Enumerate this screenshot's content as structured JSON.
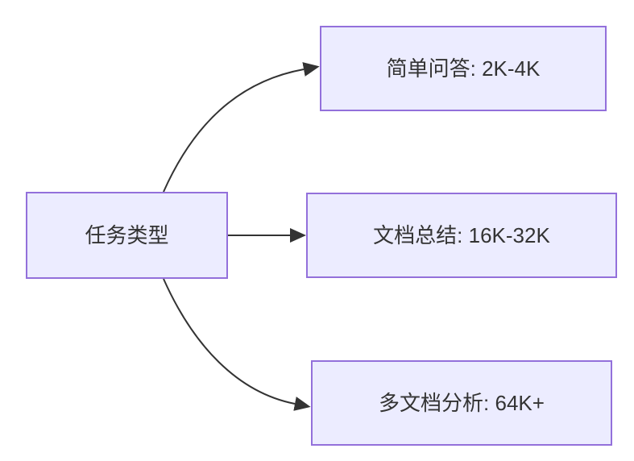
{
  "diagram": {
    "type": "flowchart",
    "direction": "left-to-right",
    "colors": {
      "background": "#ffffff",
      "node_fill": "#ECECFF",
      "node_border": "#9370DB",
      "text": "#333333",
      "arrow": "#333333"
    },
    "nodes": {
      "root": {
        "label": "任务类型"
      },
      "simple_qa": {
        "label": "简单问答: 2K-4K"
      },
      "doc_summary": {
        "label": "文档总结: 16K-32K"
      },
      "multi_doc": {
        "label": "多文档分析: 64K+"
      }
    },
    "edges": [
      {
        "from": "任务类型",
        "to": "简单问答: 2K-4K"
      },
      {
        "from": "任务类型",
        "to": "文档总结: 16K-32K"
      },
      {
        "from": "任务类型",
        "to": "多文档分析: 64K+"
      }
    ]
  }
}
